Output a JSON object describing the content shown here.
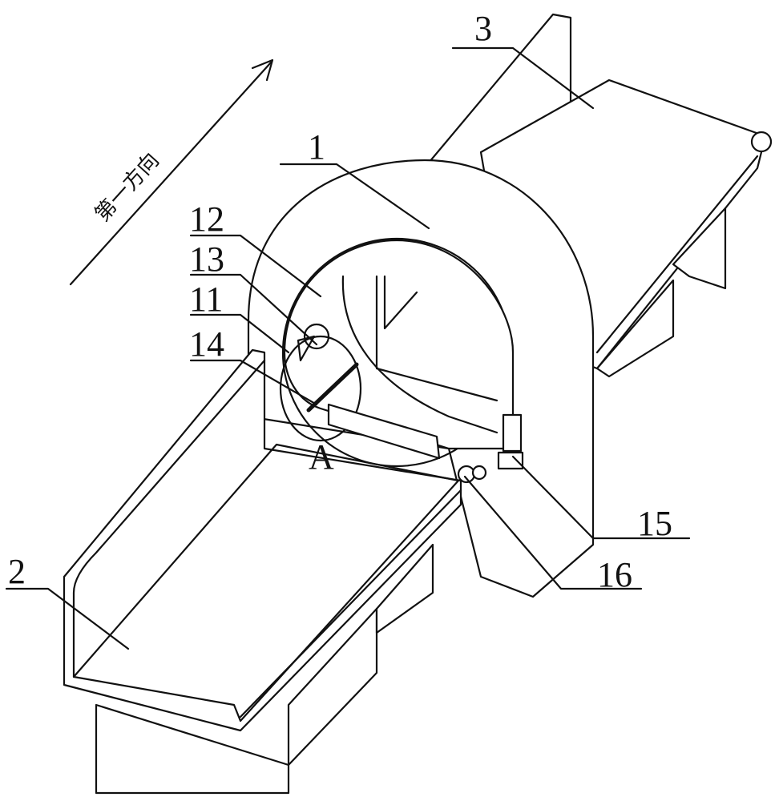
{
  "title": "Medical scanning device perspective view",
  "direction_label": "第一方向",
  "labels": {
    "gantry": "1",
    "front_bed": "2",
    "rear_bed": "3",
    "ring": "11",
    "part12": "12",
    "part13": "13",
    "part14": "14",
    "panel": "15",
    "roller": "16",
    "detail_a": "A"
  }
}
